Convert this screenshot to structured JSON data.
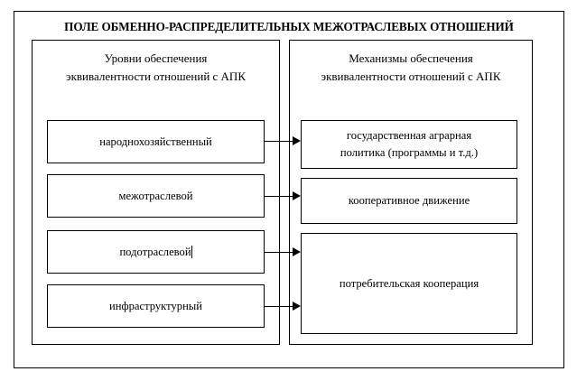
{
  "diagram": {
    "title": "ПОЛЕ ОБМЕННО-РАСПРЕДЕЛИТЕЛЬНЫХ МЕЖОТРАСЛЕВЫХ ОТНОШЕНИЙ",
    "colors": {
      "background": "#ffffff",
      "line": "#000000",
      "text": "#000000"
    },
    "left_panel": {
      "header": "Уровни обеспечения эквивалентности отношений с АПК",
      "header_line1": "Уровни обеспечения",
      "header_line2": "эквивалентности отношений с АПК",
      "items": [
        {
          "label": "народнохозяйственный",
          "editing": false
        },
        {
          "label": "межотраслевой",
          "editing": false
        },
        {
          "label": "подотраслевой",
          "editing": true
        },
        {
          "label": "инфраструктурный",
          "editing": false
        }
      ]
    },
    "right_panel": {
      "header": "Механизмы обеспечения эквивалентности отношений с АПК",
      "header_line1": "Механизмы обеспечения",
      "header_line2": "эквивалентности отношений с АПК",
      "items": [
        {
          "label": "государственная аграрная политика (программы и т.д.)",
          "line1": "государственная аграрная",
          "line2": "политика (программы и т.д.)"
        },
        {
          "label": "кооперативное движение",
          "line1": "кооперативное движение",
          "line2": ""
        },
        {
          "label": "потребительская кооперация",
          "line1": "потребительская кооперация",
          "line2": ""
        }
      ]
    },
    "connections": [
      {
        "from": "народнохозяйственный",
        "to": "государственная аграрная политика (программы и т.д.)"
      },
      {
        "from": "межотраслевой",
        "to": "кооперативное движение"
      },
      {
        "from": "подотраслевой",
        "to": "потребительская кооперация"
      },
      {
        "from": "инфраструктурный",
        "to": "потребительская кооперация"
      }
    ]
  }
}
